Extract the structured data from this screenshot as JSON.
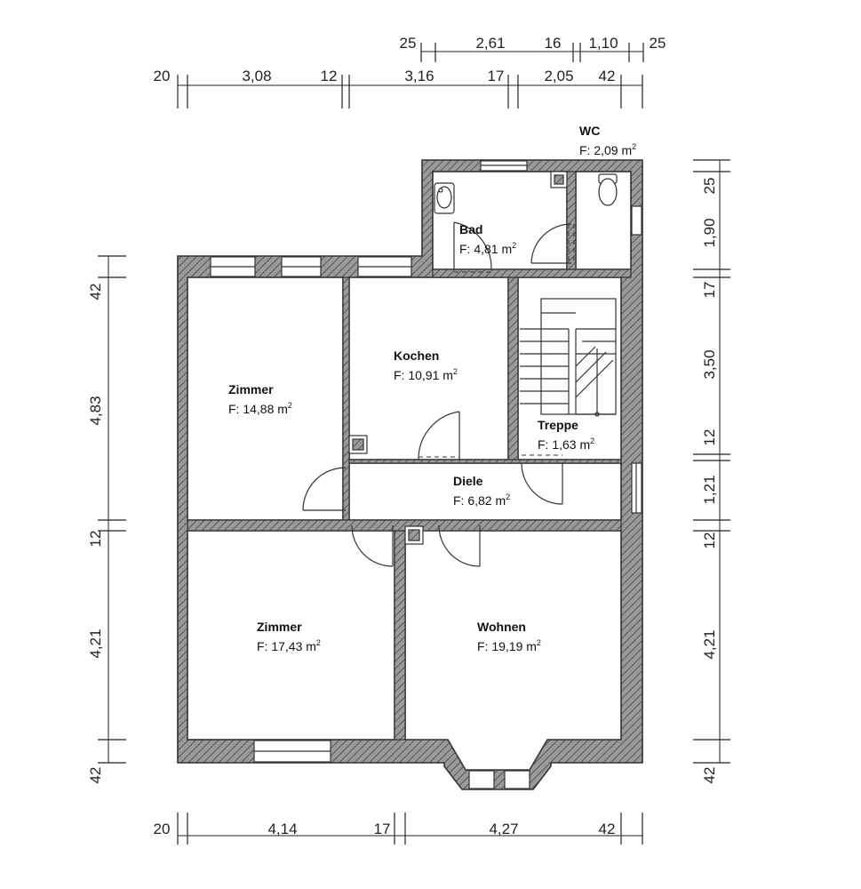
{
  "dimensions": {
    "top_row1": [
      "25",
      "2,61",
      "16",
      "1,10",
      "25"
    ],
    "top_row2": [
      "20",
      "3,08",
      "12",
      "3,16",
      "17",
      "2,05",
      "42"
    ],
    "left_col": [
      "42",
      "4,83",
      "12",
      "4,21",
      "42"
    ],
    "right_col": [
      "25",
      "1,90",
      "17",
      "3,50",
      "12",
      "1,21",
      "12",
      "4,21",
      "42"
    ],
    "bottom_row": [
      "20",
      "4,14",
      "17",
      "4,27",
      "42"
    ]
  },
  "rooms": {
    "wc": {
      "name": "WC",
      "area_prefix": "F: 2,09 m",
      "sup": "2"
    },
    "bad": {
      "name": "Bad",
      "area_prefix": "F: 4,81 m",
      "sup": "2"
    },
    "kochen": {
      "name": "Kochen",
      "area_prefix": "F: 10,91 m",
      "sup": "2"
    },
    "zimmer1": {
      "name": "Zimmer",
      "area_prefix": "F: 14,88 m",
      "sup": "2"
    },
    "treppe": {
      "name": "Treppe",
      "area_prefix": "F: 1,63 m",
      "sup": "2"
    },
    "diele": {
      "name": "Diele",
      "area_prefix": "F: 6,82 m",
      "sup": "2"
    },
    "zimmer2": {
      "name": "Zimmer",
      "area_prefix": "F: 17,43 m",
      "sup": "2"
    },
    "wohnen": {
      "name": "Wohnen",
      "area_prefix": "F: 19,19 m",
      "sup": "2"
    }
  }
}
